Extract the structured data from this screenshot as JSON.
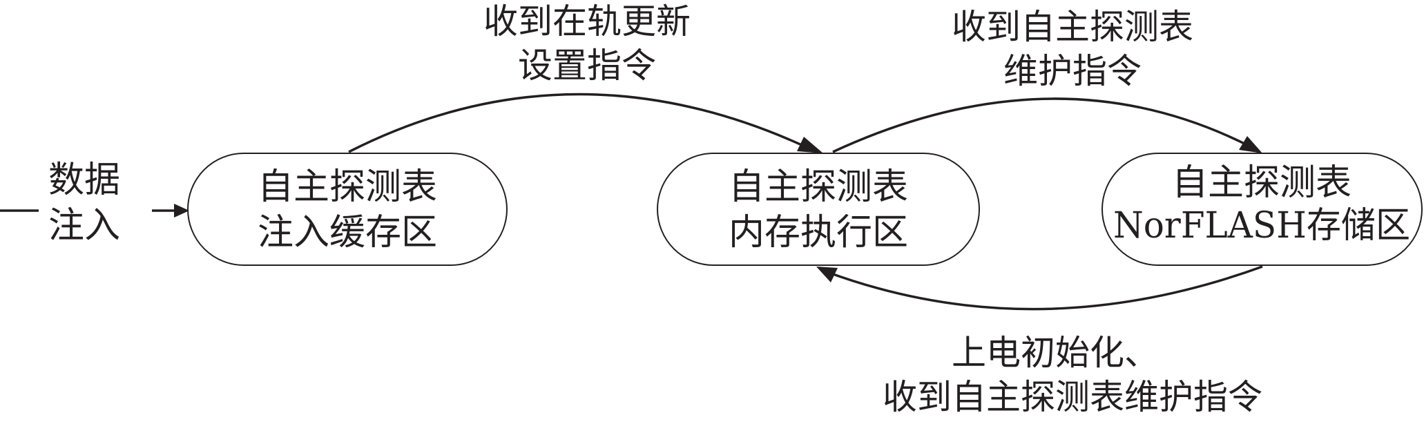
{
  "input": {
    "label_lines": [
      "数据",
      "注入"
    ]
  },
  "nodes": [
    {
      "id": "injection-buffer",
      "lines": [
        "自主探测表",
        "注入缓存区"
      ]
    },
    {
      "id": "memory-execution",
      "lines": [
        "自主探测表",
        "内存执行区"
      ]
    },
    {
      "id": "norflash-storage",
      "lines": [
        "自主探测表",
        "NorFLASH存储区"
      ]
    }
  ],
  "edges": [
    {
      "id": "buffer-to-memory",
      "from": "injection-buffer",
      "to": "memory-execution",
      "label_lines": [
        "收到在轨更新",
        "设置指令"
      ]
    },
    {
      "id": "memory-to-norflash",
      "from": "memory-execution",
      "to": "norflash-storage",
      "label_lines": [
        "收到自主探测表",
        "维护指令"
      ]
    },
    {
      "id": "norflash-to-memory",
      "from": "norflash-storage",
      "to": "memory-execution",
      "label_lines": [
        "上电初始化、",
        "收到自主探测表维护指令"
      ]
    }
  ],
  "colors": {
    "line": "#231f20",
    "text": "#231f20",
    "node_fill": "#ffffff"
  }
}
